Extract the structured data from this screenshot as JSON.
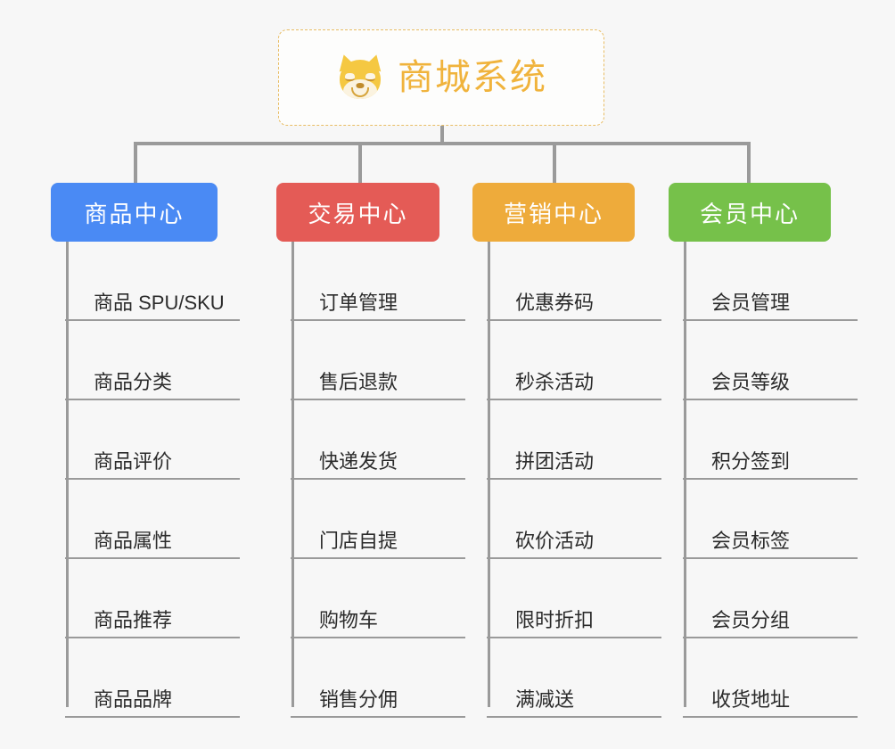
{
  "diagram": {
    "background_color": "#f7f7f7",
    "connector_color": "#9a9a9a",
    "root": {
      "title": "商城系统",
      "icon": "shiba-dog-face-icon",
      "text_color": "#f0b33c",
      "border_color": "#e8bc63",
      "background_color": "#fdfdfc"
    },
    "columns": [
      {
        "title": "商品中心",
        "color": "#4a8af4",
        "items": [
          "商品 SPU/SKU",
          "商品分类",
          "商品评价",
          "商品属性",
          "商品推荐",
          "商品品牌"
        ]
      },
      {
        "title": "交易中心",
        "color": "#e45b56",
        "items": [
          "订单管理",
          "售后退款",
          "快递发货",
          "门店自提",
          "购物车",
          "销售分佣"
        ]
      },
      {
        "title": "营销中心",
        "color": "#eeab3b",
        "items": [
          "优惠券码",
          "秒杀活动",
          "拼团活动",
          "砍价活动",
          "限时折扣",
          "满减送"
        ]
      },
      {
        "title": "会员中心",
        "color": "#76c14a",
        "items": [
          "会员管理",
          "会员等级",
          "积分签到",
          "会员标签",
          "会员分组",
          "收货地址"
        ]
      }
    ]
  }
}
